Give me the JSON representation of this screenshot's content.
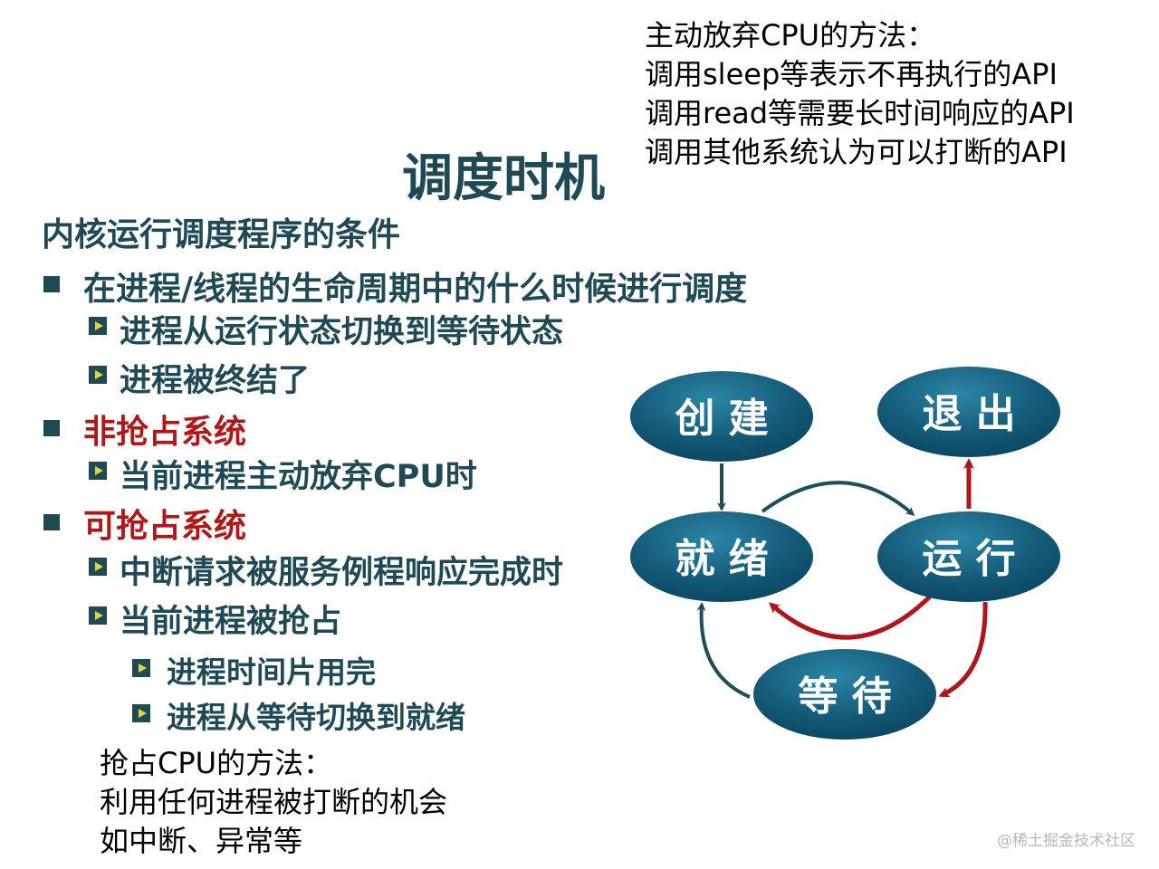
{
  "top_note": {
    "lines": [
      "主动放弃CPU的方法：",
      "调用sleep等表示不再执行的API",
      "调用read等需要长时间响应的API",
      "调用其他系统认为可以打断的API"
    ]
  },
  "title": "调度时机",
  "heading": "内核运行调度程序的条件",
  "outline": {
    "item1": "在进程/线程的生命周期中的什么时候进行调度",
    "item1_sub1": "进程从运行状态切换到等待状态",
    "item1_sub2": "进程被终结了",
    "item2": "非抢占系统",
    "item2_sub1": "当前进程主动放弃CPU时",
    "item3": "可抢占系统",
    "item3_sub1": "中断请求被服务例程响应完成时",
    "item3_sub2": "当前进程被抢占",
    "item3_sub2_sub1": "进程时间片用完",
    "item3_sub2_sub2": "进程从等待切换到就绪"
  },
  "bottom_note": {
    "lines": [
      "抢占CPU的方法：",
      "利用任何进程被打断的机会",
      "如中断、异常等"
    ]
  },
  "states": {
    "create": "创 建",
    "exit": "退 出",
    "ready": "就 绪",
    "running": "运 行",
    "waiting": "等 待"
  },
  "colors": {
    "teal_dark": "#1f4a55",
    "node_dark": "#0b4560",
    "node_light": "#2c86a6",
    "red": "#b01818",
    "arrow_teal": "#1c4e5e",
    "arrow_red": "#b0141c"
  },
  "watermark": "@稀土掘金技术社区"
}
